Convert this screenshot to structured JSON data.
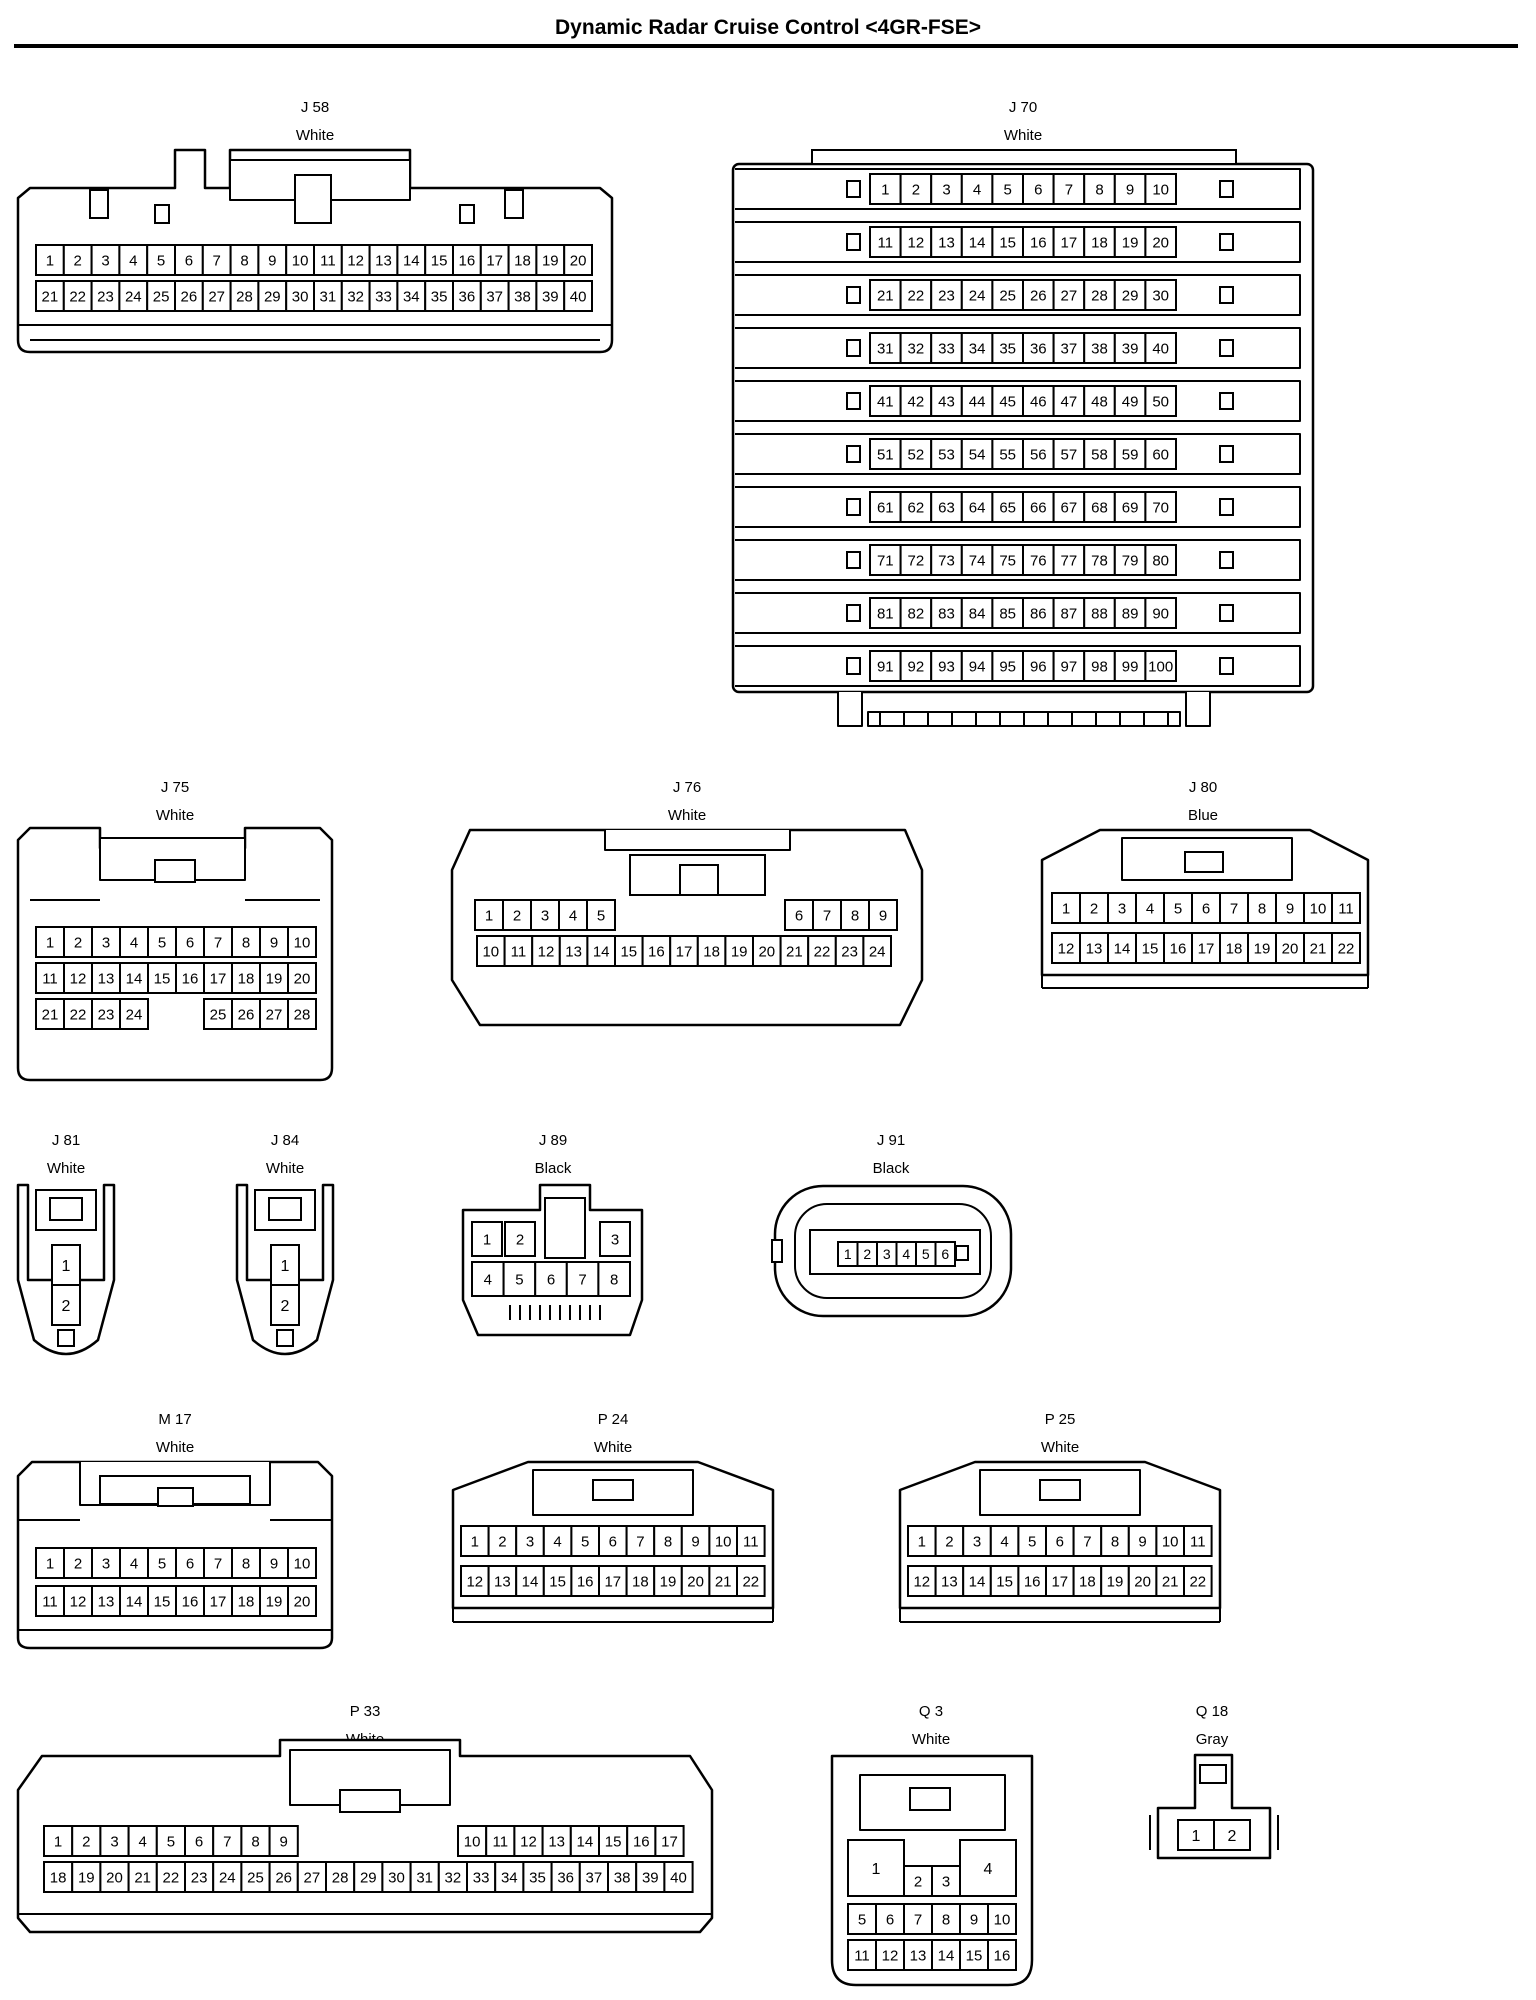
{
  "title": "Dynamic Radar Cruise Control <4GR-FSE>",
  "connectors": [
    {
      "id": "J 58",
      "color": "White"
    },
    {
      "id": "J 70",
      "color": "White"
    },
    {
      "id": "J 75",
      "color": "White"
    },
    {
      "id": "J 76",
      "color": "White"
    },
    {
      "id": "J 80",
      "color": "Blue"
    },
    {
      "id": "J 81",
      "color": "White"
    },
    {
      "id": "J 84",
      "color": "White"
    },
    {
      "id": "J 89",
      "color": "Black"
    },
    {
      "id": "J 91",
      "color": "Black"
    },
    {
      "id": "M 17",
      "color": "White"
    },
    {
      "id": "P 24",
      "color": "White"
    },
    {
      "id": "P 25",
      "color": "White"
    },
    {
      "id": "P 33",
      "color": "White"
    },
    {
      "id": "Q 3",
      "color": "White"
    },
    {
      "id": "Q 18",
      "color": "Gray"
    }
  ],
  "colors": {
    "ink": "#000000",
    "paper": "#ffffff",
    "body_fill": "#ffffff"
  }
}
